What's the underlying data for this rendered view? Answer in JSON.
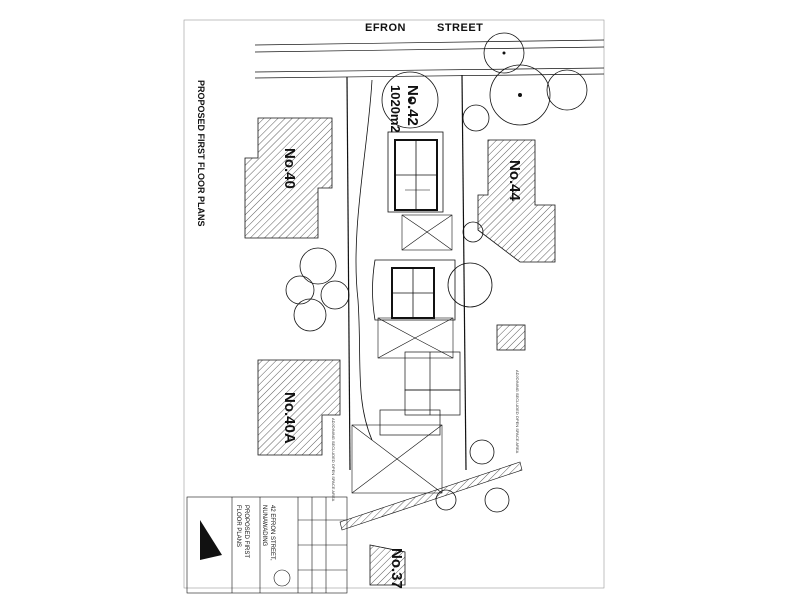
{
  "street": {
    "word1": "EFRON",
    "word2": "STREET"
  },
  "drawing_title": "PROPOSED FIRST FLOOR PLANS",
  "site": {
    "lot_number": "No.42",
    "area": "1020m2"
  },
  "neighbours": {
    "left_top": "No.40",
    "left_bottom": "No.40A",
    "right_top": "No.44",
    "bottom_right": "No.37"
  },
  "annotations": {
    "open_space_left": "ADJOINING SECLUDED OPEN SPACE AREA",
    "open_space_right": "ADJOINING SECLUDED OPEN SPACE AREA"
  },
  "title_block": {
    "address_line1": "42 EFRON STREET,",
    "address_line2": "NUNAWADING",
    "sheet_title_line1": "PROPOSED FIRST",
    "sheet_title_line2": "FLOOR PLANS"
  },
  "colors": {
    "line": "#111111",
    "hatch": "#333333",
    "paper": "#ffffff"
  }
}
